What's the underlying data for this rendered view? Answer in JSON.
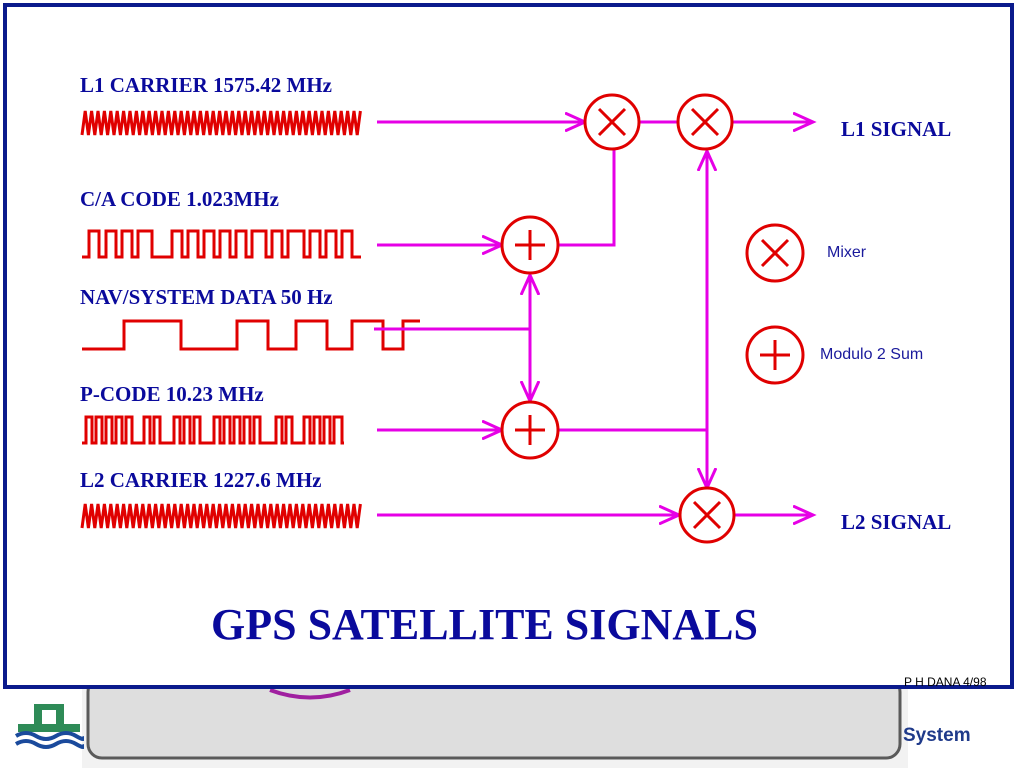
{
  "inputs": [
    {
      "label": "L1 CARRIER 1575.42 MHz"
    },
    {
      "label": "C/A CODE 1.023MHz"
    },
    {
      "label": "NAV/SYSTEM DATA 50 Hz"
    },
    {
      "label": "P-CODE 10.23 MHz"
    },
    {
      "label": "L2 CARRIER 1227.6 MHz"
    }
  ],
  "outputs": {
    "l1": "L1 SIGNAL",
    "l2": "L2 SIGNAL"
  },
  "legend": {
    "mixer": "Mixer",
    "sum": "Modulo 2 Sum"
  },
  "title": "GPS SATELLITE SIGNALS",
  "credit": "P H DANA 4/98",
  "background_text": "System",
  "colors": {
    "frame": "#0a1a8c",
    "label_text": "#0a0a9c",
    "signal_wave": "#e00000",
    "signal_line": "#e600e6",
    "operator": "#e00000",
    "logo": "#2e8b57"
  },
  "icons": {
    "mixer": "circled-times",
    "sum": "circled-plus",
    "arrow": "open-arrowhead"
  }
}
